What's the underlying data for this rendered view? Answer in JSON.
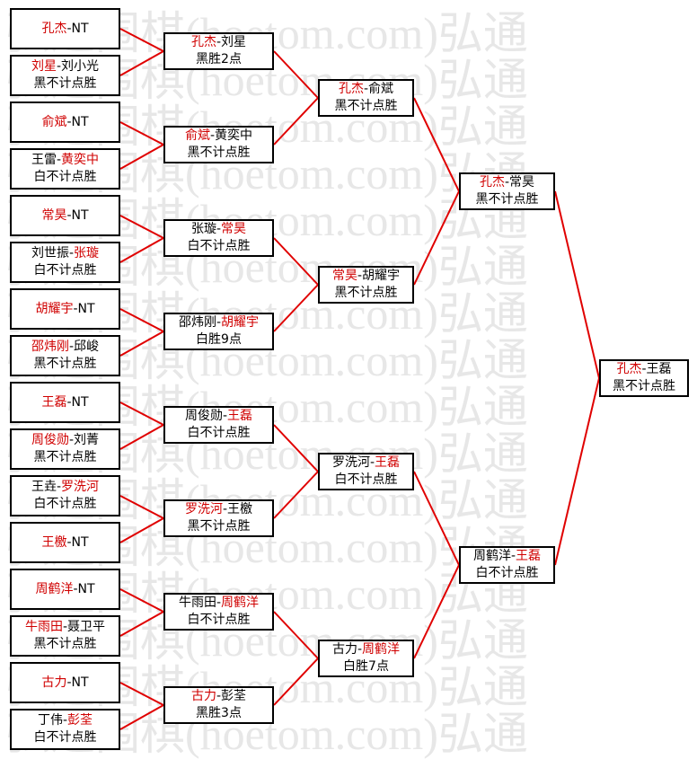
{
  "watermark": "弘通围棋(hoetom.com)弘通",
  "colors": {
    "winner": "#d00000",
    "line": "#e00000"
  },
  "rounds": [
    [
      {
        "p1": "孔杰",
        "p2": "NT",
        "winner": 1,
        "result": ""
      },
      {
        "p1": "刘星",
        "p2": "刘小光",
        "winner": 1,
        "result": "黑不计点胜"
      },
      {
        "p1": "俞斌",
        "p2": "NT",
        "winner": 1,
        "result": ""
      },
      {
        "p1": "王雷",
        "p2": "黄奕中",
        "winner": 2,
        "result": "白不计点胜"
      },
      {
        "p1": "常昊",
        "p2": "NT",
        "winner": 1,
        "result": ""
      },
      {
        "p1": "刘世振",
        "p2": "张璇",
        "winner": 2,
        "result": "白不计点胜"
      },
      {
        "p1": "胡耀宇",
        "p2": "NT",
        "winner": 1,
        "result": ""
      },
      {
        "p1": "邵炜刚",
        "p2": "邱峻",
        "winner": 1,
        "result": "黑不计点胜"
      },
      {
        "p1": "王磊",
        "p2": "NT",
        "winner": 1,
        "result": ""
      },
      {
        "p1": "周俊勋",
        "p2": "刘菁",
        "winner": 1,
        "result": "黑不计点胜"
      },
      {
        "p1": "王垚",
        "p2": "罗洗河",
        "winner": 2,
        "result": "白不计点胜"
      },
      {
        "p1": "王檄",
        "p2": "NT",
        "winner": 1,
        "result": ""
      },
      {
        "p1": "周鹤洋",
        "p2": "NT",
        "winner": 1,
        "result": ""
      },
      {
        "p1": "牛雨田",
        "p2": "聂卫平",
        "winner": 1,
        "result": "黑不计点胜"
      },
      {
        "p1": "古力",
        "p2": "NT",
        "winner": 1,
        "result": ""
      },
      {
        "p1": "丁伟",
        "p2": "彭荃",
        "winner": 2,
        "result": "白不计点胜"
      }
    ],
    [
      {
        "p1": "孔杰",
        "p2": "刘星",
        "winner": 1,
        "result": "黑胜2点"
      },
      {
        "p1": "俞斌",
        "p2": "黄奕中",
        "winner": 1,
        "result": "黑不计点胜"
      },
      {
        "p1": "张璇",
        "p2": "常昊",
        "winner": 2,
        "result": "白不计点胜"
      },
      {
        "p1": "邵炜刚",
        "p2": "胡耀宇",
        "winner": 2,
        "result": "白胜9点"
      },
      {
        "p1": "周俊勋",
        "p2": "王磊",
        "winner": 2,
        "result": "白不计点胜"
      },
      {
        "p1": "罗洗河",
        "p2": "王檄",
        "winner": 1,
        "result": "黑不计点胜"
      },
      {
        "p1": "牛雨田",
        "p2": "周鹤洋",
        "winner": 2,
        "result": "白不计点胜"
      },
      {
        "p1": "古力",
        "p2": "彭荃",
        "winner": 1,
        "result": "黑胜3点"
      }
    ],
    [
      {
        "p1": "孔杰",
        "p2": "俞斌",
        "winner": 1,
        "result": "黑不计点胜"
      },
      {
        "p1": "常昊",
        "p2": "胡耀宇",
        "winner": 1,
        "result": "黑不计点胜"
      },
      {
        "p1": "罗洗河",
        "p2": "王磊",
        "winner": 2,
        "result": "白不计点胜"
      },
      {
        "p1": "古力",
        "p2": "周鹤洋",
        "winner": 2,
        "result": "白胜7点"
      }
    ],
    [
      {
        "p1": "孔杰",
        "p2": "常昊",
        "winner": 1,
        "result": "黑不计点胜"
      },
      {
        "p1": "周鹤洋",
        "p2": "王磊",
        "winner": 2,
        "result": "白不计点胜"
      }
    ],
    [
      {
        "p1": "孔杰",
        "p2": "王磊",
        "winner": 1,
        "result": "黑不计点胜"
      }
    ]
  ]
}
